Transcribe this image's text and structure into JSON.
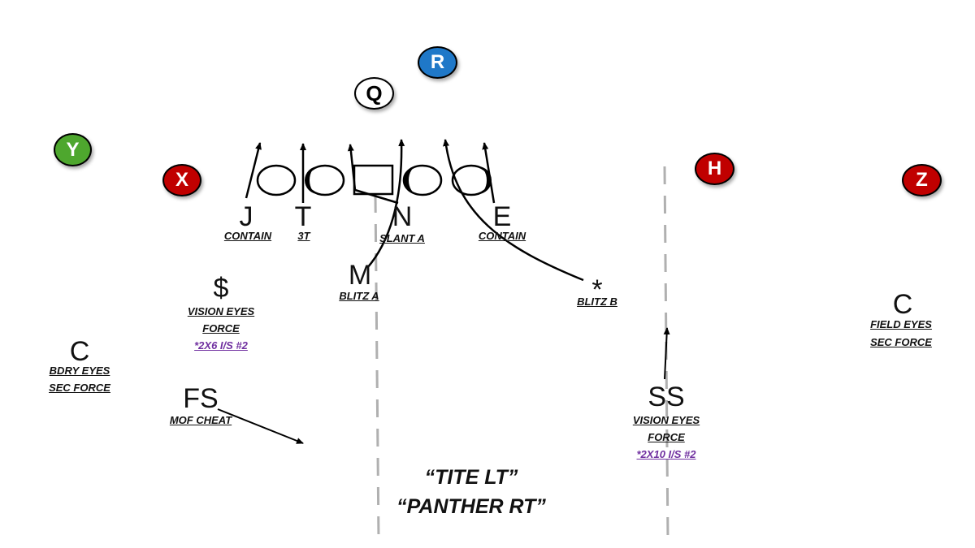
{
  "offense": {
    "y": {
      "label": "Y",
      "color": "#4ea72e"
    },
    "x": {
      "label": "X",
      "color": "#c00000"
    },
    "q": {
      "label": "Q",
      "color": "#ffffff"
    },
    "r": {
      "label": "R",
      "color": "#1f78c8"
    },
    "h": {
      "label": "H",
      "color": "#c00000"
    },
    "z": {
      "label": "Z",
      "color": "#c00000"
    }
  },
  "defense": {
    "j": {
      "label": "J",
      "note": "CONTAIN"
    },
    "t": {
      "label": "T",
      "note": "3T"
    },
    "n": {
      "label": "N",
      "note": "SLANT A"
    },
    "e": {
      "label": "E",
      "note": "CONTAIN"
    },
    "m": {
      "label": "M",
      "note": "BLITZ A"
    },
    "star": {
      "label": "*",
      "note": "BLITZ B"
    },
    "dollar": {
      "label": "$",
      "note1": "VISION EYES",
      "note2": "FORCE",
      "note3": "*2X6 I/S #2"
    },
    "c_left": {
      "label": "C",
      "note1": "BDRY EYES",
      "note2": "SEC FORCE"
    },
    "c_right": {
      "label": "C",
      "note1": "FIELD EYES",
      "note2": "SEC FORCE"
    },
    "fs": {
      "label": "FS",
      "note": "MOF CHEAT"
    },
    "ss": {
      "label": "SS",
      "note1": "VISION EYES",
      "note2": "FORCE",
      "note3": "*2X10 I/S #2"
    }
  },
  "call": {
    "line1": "“TITE LT”",
    "line2": "“PANTHER RT”"
  },
  "colors": {
    "accent_purple": "#7030a0",
    "hash": "#b0b0b0"
  }
}
